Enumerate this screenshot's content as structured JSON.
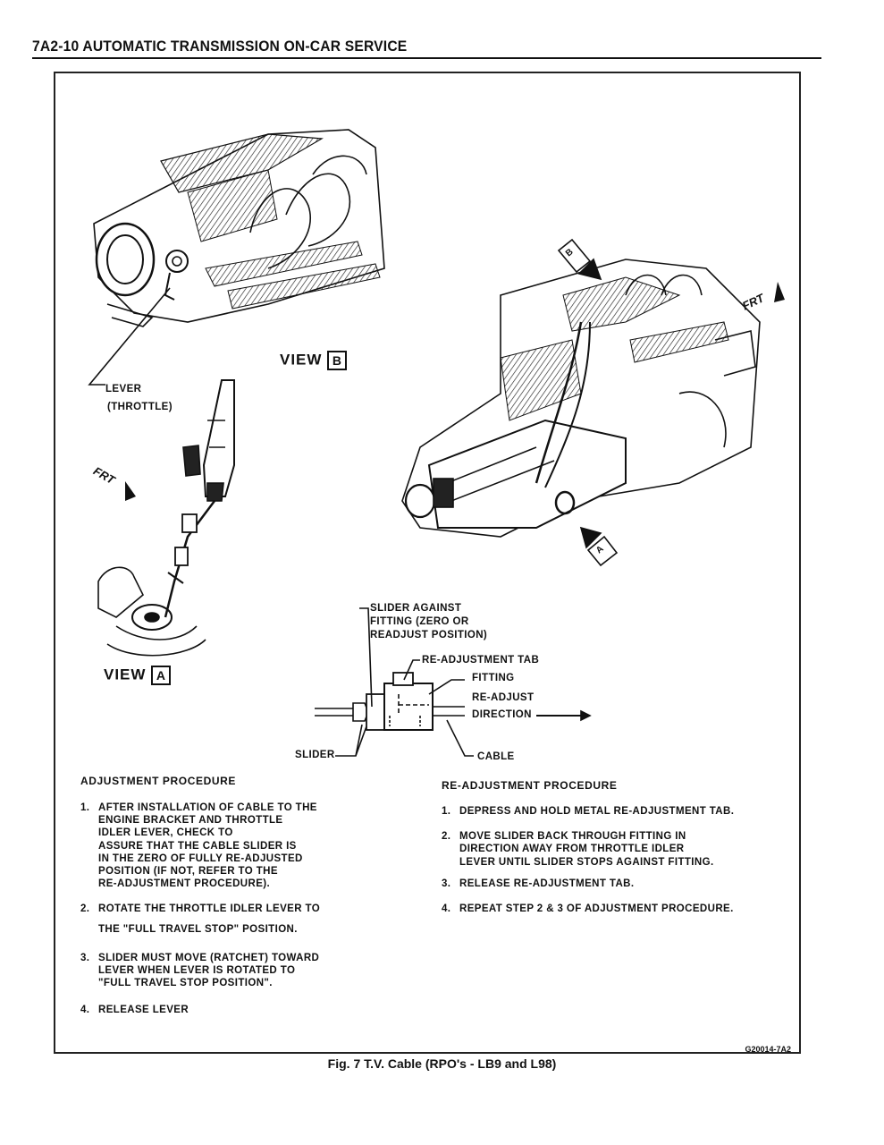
{
  "header": {
    "title": "7A2-10  AUTOMATIC TRANSMISSION ON-CAR SERVICE"
  },
  "labels": {
    "lever_line1": "LEVER",
    "lever_line2": "(THROTTLE)",
    "view_b": "VIEW",
    "view_b_letter": "B",
    "view_a": "VIEW",
    "view_a_letter": "A",
    "frt": "FRT",
    "slider_against_1": "SLIDER AGAINST",
    "slider_against_2": "FITTING (ZERO OR",
    "slider_against_3": "READJUST POSITION)",
    "readj_tab": "RE-ADJUSTMENT TAB",
    "fitting": "FITTING",
    "readjust_1": "RE-ADJUST",
    "readjust_2": "DIRECTION",
    "slider": "SLIDER",
    "cable": "CABLE",
    "b_marker": "B",
    "a_marker": "A"
  },
  "adjustment": {
    "title": "ADJUSTMENT PROCEDURE",
    "steps": [
      {
        "num": "1.",
        "lines": [
          "AFTER INSTALLATION OF CABLE TO THE",
          "ENGINE BRACKET AND THROTTLE",
          "IDLER LEVER, CHECK TO",
          "ASSURE THAT THE CABLE SLIDER IS",
          "IN THE  ZERO OF FULLY RE-ADJUSTED",
          "POSITION (IF NOT, REFER TO THE",
          "RE-ADJUSTMENT PROCEDURE)."
        ]
      },
      {
        "num": "2.",
        "lines": [
          "ROTATE THE THROTTLE IDLER LEVER TO",
          "THE \"FULL TRAVEL STOP\"  POSITION."
        ]
      },
      {
        "num": "3.",
        "lines": [
          "SLIDER MUST MOVE (RATCHET) TOWARD",
          "LEVER WHEN LEVER IS ROTATED TO",
          "\"FULL TRAVEL STOP POSITION\"."
        ]
      },
      {
        "num": "4.",
        "lines": [
          "RELEASE LEVER"
        ]
      }
    ]
  },
  "readjustment": {
    "title": "RE-ADJUSTMENT PROCEDURE",
    "steps": [
      {
        "num": "1.",
        "lines": [
          "DEPRESS AND HOLD METAL RE-ADJUSTMENT TAB."
        ]
      },
      {
        "num": "2.",
        "lines": [
          "MOVE SLIDER BACK THROUGH FITTING IN",
          "DIRECTION AWAY FROM THROTTLE IDLER",
          "LEVER UNTIL SLIDER STOPS AGAINST FITTING."
        ]
      },
      {
        "num": "3.",
        "lines": [
          "RELEASE RE-ADJUSTMENT TAB."
        ]
      },
      {
        "num": "4.",
        "lines": [
          "REPEAT STEP 2 & 3 OF ADJUSTMENT PROCEDURE."
        ]
      }
    ]
  },
  "figure": {
    "code": "G20014-7A2",
    "caption": "Fig. 7 T.V. Cable (RPO's - LB9 and L98)"
  }
}
